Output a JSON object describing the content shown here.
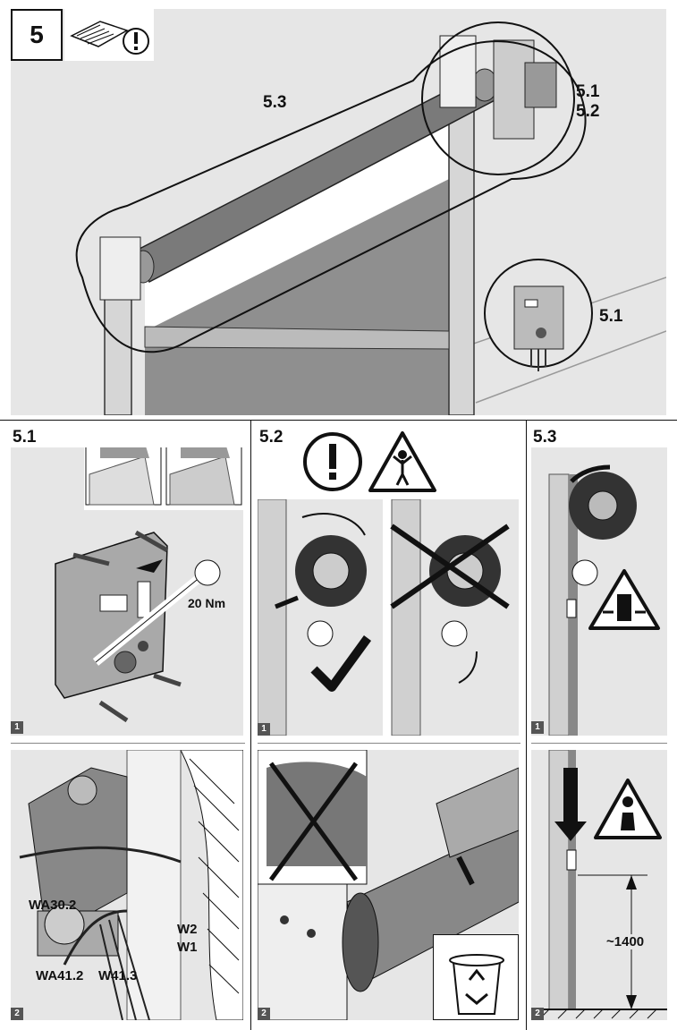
{
  "step": {
    "number": "5"
  },
  "overview": {
    "label_5_3": "5.3",
    "label_5_1a": "5.1",
    "label_5_2": "5.2",
    "label_5_1b": "5.1"
  },
  "panels": {
    "p51": {
      "title": "5.1",
      "torque": "20 Nm",
      "sub1": "1",
      "sub2": "2"
    },
    "p52": {
      "title": "5.2",
      "sub1": "1",
      "sub2": "2"
    },
    "p53": {
      "title": "5.3",
      "sub1": "1",
      "sub2": "2",
      "dimension": "~1400"
    }
  },
  "wires": {
    "wa302": "WA30.2",
    "w2": "W2",
    "w1": "W1",
    "wa412": "WA41.2",
    "w413": "W41.3"
  },
  "icons": [
    "manual-icon",
    "warning-info-icon",
    "crush-hazard-icon",
    "pull-hazard-icon",
    "fall-hazard-icon",
    "recycle-bin-icon",
    "checkmark-icon",
    "cross-icon"
  ]
}
